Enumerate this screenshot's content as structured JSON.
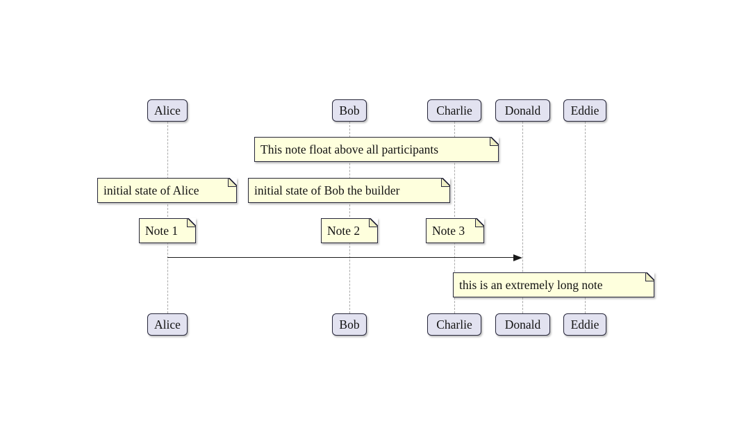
{
  "diagram": {
    "type": "sequence-diagram",
    "background": "#ffffff",
    "colors": {
      "participant_fill": "#e2e2f0",
      "participant_border": "#26263a",
      "note_fill": "#feffdd",
      "note_border": "#26263a",
      "lifeline": "#a9a9a9",
      "arrow": "#1a1a1a",
      "text": "#121212"
    },
    "participants": [
      {
        "label": "Alice"
      },
      {
        "label": "Bob"
      },
      {
        "label": "Charlie"
      },
      {
        "label": "Donald"
      },
      {
        "label": "Eddie"
      }
    ],
    "notes": [
      {
        "text": "This note float above all participants",
        "over": [
          "Bob",
          "Charlie"
        ]
      },
      {
        "text": "initial state of Alice",
        "over": [
          "Alice"
        ]
      },
      {
        "text": "initial state of Bob the builder",
        "over": [
          "Bob"
        ]
      },
      {
        "text": "Note 1",
        "over": [
          "Alice"
        ]
      },
      {
        "text": "Note 2",
        "over": [
          "Bob"
        ]
      },
      {
        "text": "Note 3",
        "over": [
          "Charlie"
        ]
      },
      {
        "text": "this is an extremely long note",
        "over": [
          "Donald",
          "Eddie"
        ]
      }
    ],
    "messages": [
      {
        "from": "Alice",
        "to": "Donald",
        "label": ""
      }
    ]
  }
}
